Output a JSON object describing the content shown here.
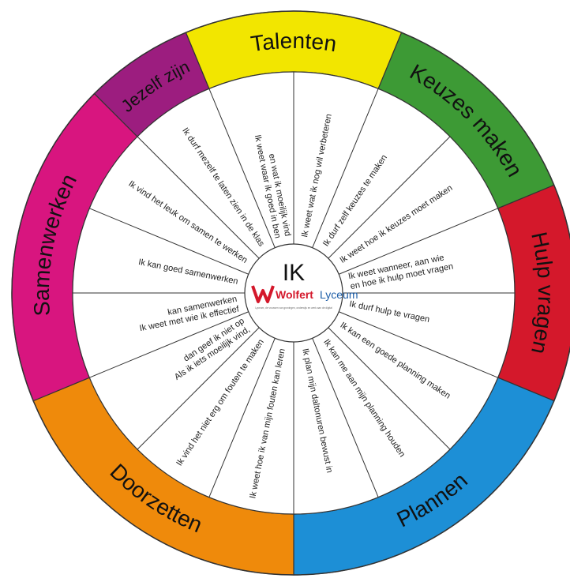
{
  "center": {
    "title": "IK",
    "logo_brand": "Wolfert",
    "logo_name": "Lyceum",
    "tagline": "Lyceum, de vrouwen van groningen, onderwijs en werk aan de digital"
  },
  "segments": [
    {
      "label": "Talenten",
      "color": "#f2e600"
    },
    {
      "label": "Keuzes maken",
      "color": "#3d9a35"
    },
    {
      "label": "Hulp vragen",
      "color": "#d4182b"
    },
    {
      "label": "Plannen",
      "color": "#1d8fd6"
    },
    {
      "label": "Doorzetten",
      "color": "#ef8a0b"
    },
    {
      "label": "Samenwerken",
      "color": "#d8157f"
    },
    {
      "label": "Jezelf zijn",
      "color": "#9c1d7f"
    }
  ],
  "statements": [
    "Ik weet wat ik nog wil verbeteren",
    "Ik durf zelf keuzes te maken",
    "Ik weet hoe ik keuzes moet maken",
    "Ik weet wanneer, aan wie|en hoe ik hulp moet vragen",
    "Ik durf hulp te vragen",
    "Ik kan een goede planning maken",
    "Ik kan me aan mijn planning houden",
    "Ik plan mijn daltonuren bewust in",
    "Ik weet hoe ik van mijn fouten kan leren",
    "Ik vind het niet erg om fouten te maken",
    "Als ik iets moeilijk vind,|dan geef ik niet op",
    "Ik weet met wie ik effectief|kan samenwerken",
    "Ik kan goed samenwerken",
    "Ik vind het leuk om samen te werken",
    "Ik durf mezelf te laten zien in de klas",
    "Ik weet waar ik goed in ben|en wat ik moeilijk vind"
  ]
}
